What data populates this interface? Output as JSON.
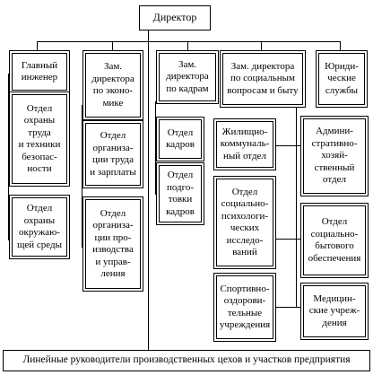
{
  "director": "Директор",
  "columns": {
    "chief_engineer": {
      "title": "Главный\nинженер",
      "subordinates": [
        "Отдел\nохраны\nтруда\nи техники\nбезопас-\nности",
        "Отдел\nохраны\nокружаю-\nщей среды"
      ]
    },
    "deputy_economics": {
      "title": "Зам.\nдиректора\nпо эконо-\nмике",
      "subordinates": [
        "Отдел\nорганиза-\nции труда\nи зарплаты",
        "Отдел\nорганиза-\nции про-\nизводства\nи управ-\nления"
      ]
    },
    "deputy_hr": {
      "title": "Зам.\nдиректора\nпо кадрам",
      "subordinates": [
        "Отдел\nкадров",
        "Отдел\nподго-\nтовки\nкадров"
      ]
    },
    "deputy_social": {
      "title": "Зам. директора\nпо социальным\nвопросам и быту",
      "left_subordinates": [
        "Жилищно-\nкоммуналь-\nный отдел",
        "Отдел\nсоциально-\nпсихологи-\nческих\nисследо-\nваний",
        "Спортивно-\nоздорови-\nтельные\nучреждения"
      ],
      "right_subordinates": [
        "Админи-\nстративно-\nхозяй-\nственный\nотдел",
        "Отдел\nсоциально-\nбытового\nобеспечения",
        "Медицин-\nские учреж-\nдения"
      ]
    },
    "legal": {
      "title": "Юриди-\nческие\nслужбы"
    }
  },
  "line_managers": "Линейные руководители производственных цехов и участков предприятия"
}
